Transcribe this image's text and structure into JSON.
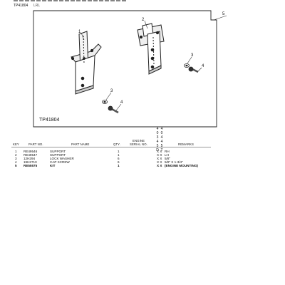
{
  "header": {
    "title_cut": "ENGINE MOUNTING BRACKETS",
    "figure_ref": "TP41804",
    "page_mark": "LRL"
  },
  "figure": {
    "label": "TP41804",
    "callouts": [
      "1",
      "2",
      "3",
      "4",
      "3",
      "4",
      "5"
    ]
  },
  "table": {
    "engine_header_rows": [
      [
        "4",
        "4"
      ],
      [
        "0",
        "0"
      ],
      [
        "3",
        "4"
      ],
      [
        "4",
        "4"
      ],
      [
        "5",
        "5"
      ],
      [
        "D",
        "T"
      ]
    ],
    "columns": {
      "key": "KEY",
      "part_no": "PART NO.",
      "part_name": "PART NAME",
      "qty": "QTY.",
      "engine_serial_1": "ENGINE",
      "engine_serial_2": "SERIAL NO.",
      "remarks": "REMARKS"
    },
    "rows": [
      {
        "key": "1",
        "part_no": "RE49546",
        "name": "SUPPORT",
        "qty": "1",
        "marks": "X X",
        "remarks": "RH",
        "bold": false
      },
      {
        "key": "2",
        "part_no": "RE49547",
        "name": "SUPPORT",
        "qty": "1",
        "marks": "X X",
        "remarks": "LH",
        "bold": false
      },
      {
        "key": "3",
        "part_no": "12H294",
        "name": "LOCK WASHER",
        "qty": "6",
        "marks": "X X",
        "remarks": "5/8\"",
        "bold": false
      },
      {
        "key": "4",
        "part_no": "19H2710",
        "name": "CAP SCREW",
        "qty": "6",
        "marks": "X X",
        "remarks": "5/8\" X 1-3/4\"",
        "bold": false
      },
      {
        "key": "5",
        "part_no": "RE55575",
        "name": "KIT",
        "qty": "1",
        "marks": "X X",
        "remarks": "(ENGINE MOUNTING)",
        "bold": true
      }
    ]
  }
}
